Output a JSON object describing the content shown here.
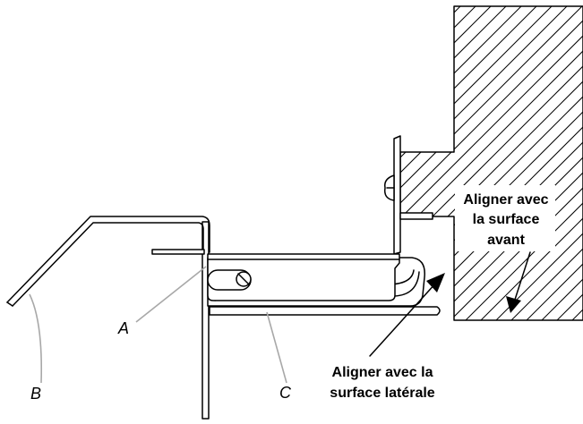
{
  "labels": {
    "a": "A",
    "b": "B",
    "c": "C",
    "front_line1": "Aligner avec",
    "front_line2": "la surface",
    "front_line3": "avant",
    "side_line1": "Aligner avec la",
    "side_line2": "surface latérale"
  },
  "colors": {
    "line": "#000000",
    "leader": "#a8a8a8",
    "background": "#ffffff"
  }
}
